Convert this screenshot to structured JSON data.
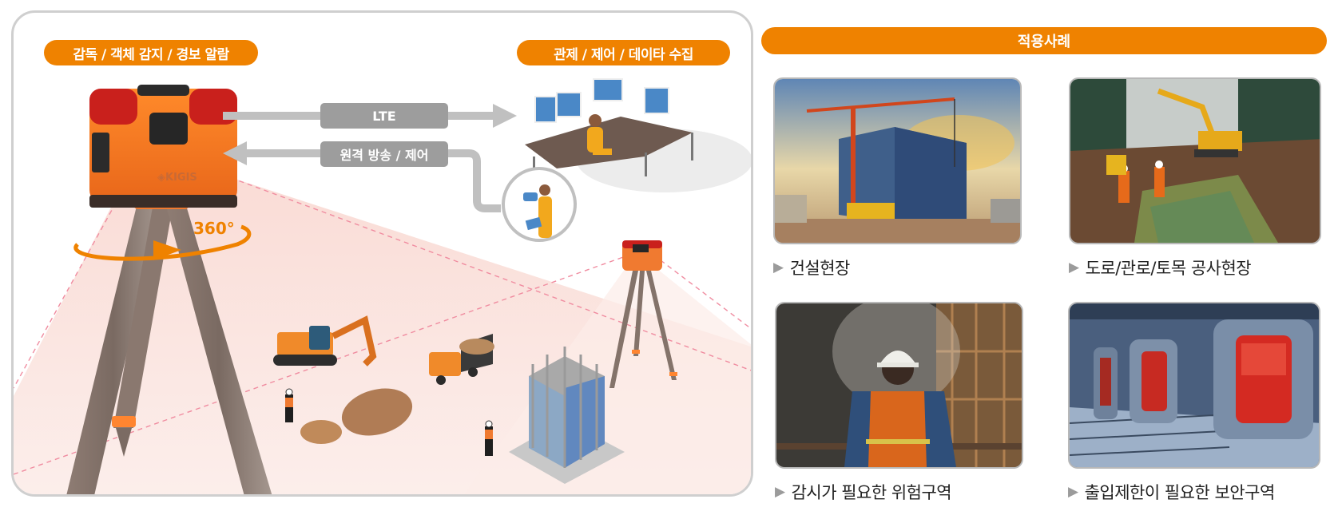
{
  "system": {
    "left_badge": "감독 / 객체 감지 / 경보 알람",
    "right_badge": "관제 / 제어 / 데이타 수집",
    "links": {
      "uplink_label": "LTE",
      "downlink_label": "원격 방송 / 제어"
    },
    "device": {
      "brand": "KIGIS",
      "rotation_label": "360°"
    },
    "colors": {
      "accent": "#ef8200",
      "link_gray": "#9d9d9d",
      "arrow_gray": "#c0c0c0",
      "coverage_pink": "#fbe3de",
      "panel_border": "#cfcfcf"
    }
  },
  "use_cases": {
    "title": "적용사례",
    "items": [
      {
        "label": "건설현장",
        "image": "construction-site-crane"
      },
      {
        "label": "도로/관로/토목 공사현장",
        "image": "excavation-road-works"
      },
      {
        "label": "감시가 필요한 위험구역",
        "image": "worker-hazard-zone"
      },
      {
        "label": "출입제한이 필요한 보안구역",
        "image": "restricted-security-corridor"
      }
    ]
  },
  "icons": {
    "bullet": "▶"
  }
}
